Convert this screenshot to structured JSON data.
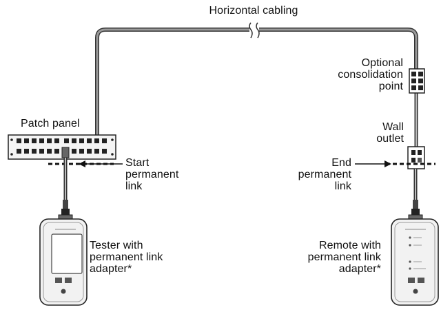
{
  "labels": {
    "horizontal_cabling": "Horizontal cabling",
    "consolidation_point": "Optional\nconsolidation\npoint",
    "patch_panel": "Patch panel",
    "wall_outlet": "Wall\noutlet",
    "start_link": "Start\npermanent\nlink",
    "end_link": "End\npermanent\nlink",
    "tester": "Tester with\npermanent link\nadapter*",
    "remote": "Remote with\npermanent link\nadapter*"
  },
  "colors": {
    "cable_outer": "#333333",
    "cable_inner": "#9a9a9a",
    "device_body": "#f2f2f2",
    "outline": "#222222"
  }
}
